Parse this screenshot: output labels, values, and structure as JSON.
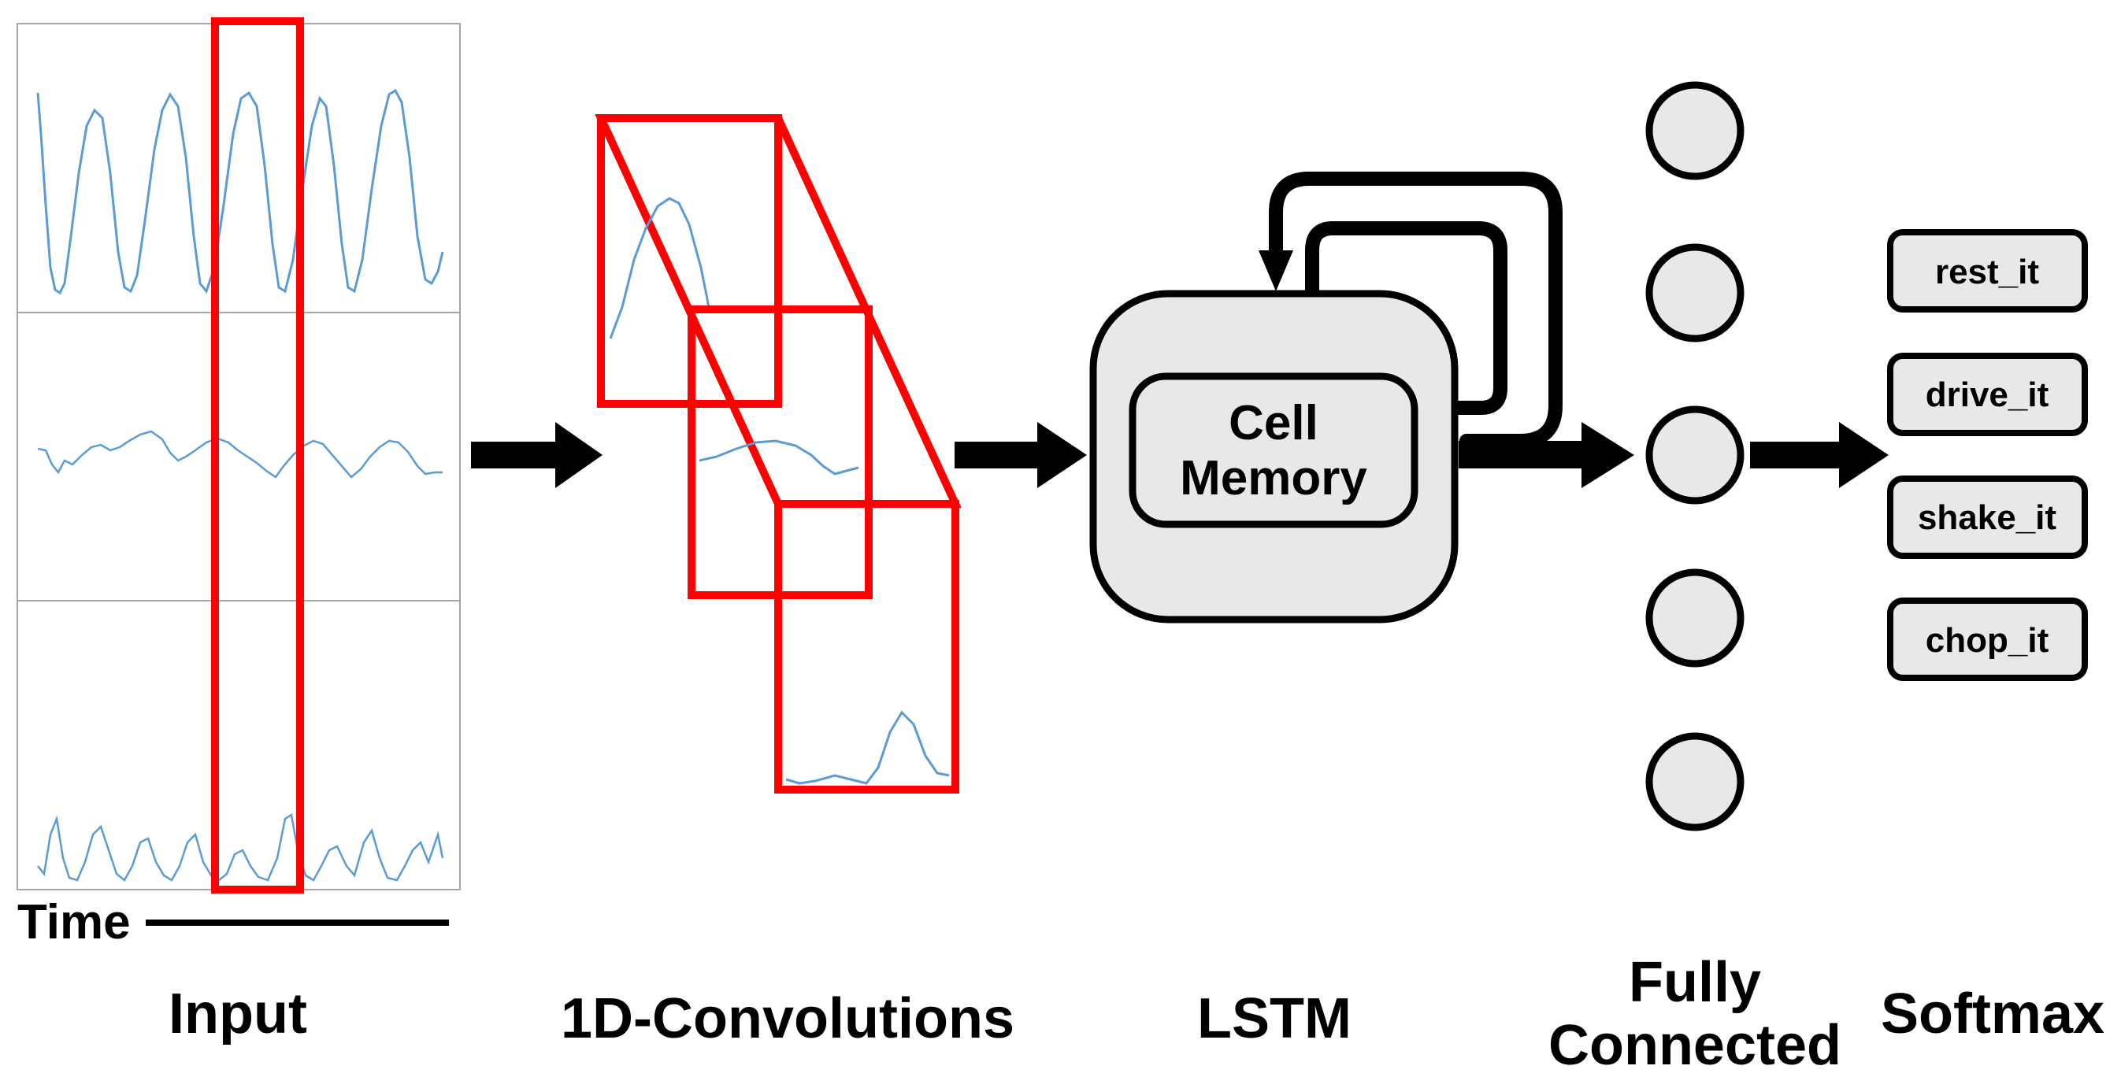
{
  "stages": {
    "input": "Input",
    "conv": "1D-Convolutions",
    "lstm": "LSTM",
    "fc_line1": "Fully",
    "fc_line2": "Connected",
    "softmax": "Softmax"
  },
  "time_label": "Time",
  "cell_memory": {
    "line1": "Cell",
    "line2": "Memory"
  },
  "outputs": [
    "rest_it",
    "drive_it",
    "shake_it",
    "chop_it"
  ],
  "colors": {
    "highlight": "#ff0000",
    "signal": "#5b9bd5",
    "node_fill": "#e8e8e8",
    "grid": "#a6a6a6",
    "arrow": "#000000"
  }
}
